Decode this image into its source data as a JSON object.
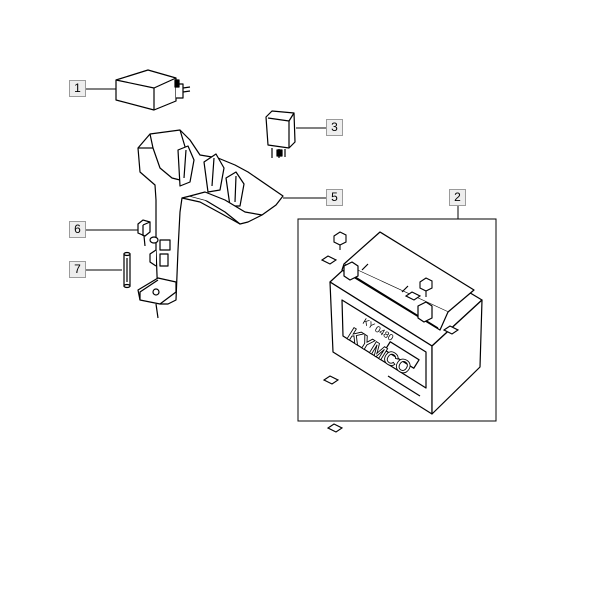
{
  "callouts": {
    "c1": "1",
    "c2": "2",
    "c3": "3",
    "c5": "5",
    "c6": "6",
    "c7": "7"
  },
  "battery_labels": {
    "model": "KY 0480",
    "brand": "KYMCO"
  },
  "colors": {
    "line": "#000000",
    "callout_fill": "#eeeeee",
    "callout_border": "#9a9a9a"
  }
}
